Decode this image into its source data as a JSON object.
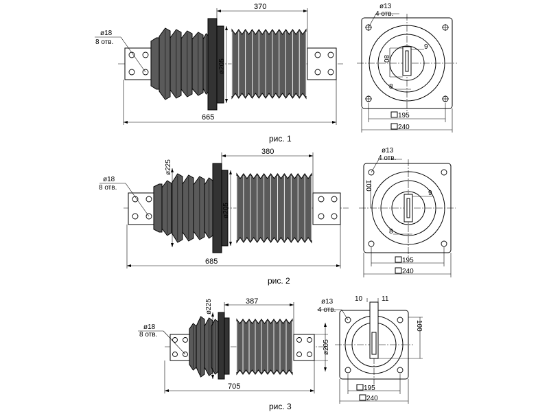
{
  "figures": [
    {
      "caption": "рис. 1",
      "len_top": "370",
      "len_total": "665",
      "dia_flange": "ø205",
      "dia_cap": "",
      "holes_left_size": "ø18",
      "holes_left_count": "8 отв.",
      "plan_holes_size": "ø13",
      "plan_holes_count": "4 отв.",
      "plan_w1": "195",
      "plan_w2": "240",
      "plan_h": "80",
      "plan_slot_w": "9",
      "plan_slot_gap": "8",
      "plan_top_a": "",
      "plan_top_b": ""
    },
    {
      "caption": "рис. 2",
      "len_top": "380",
      "len_total": "685",
      "dia_flange": "ø205",
      "dia_cap": "ø225",
      "holes_left_size": "ø18",
      "holes_left_count": "8 отв.",
      "plan_holes_size": "ø13",
      "plan_holes_count": "4 отв.",
      "plan_w1": "195",
      "plan_w2": "240",
      "plan_h": "100",
      "plan_slot_w": "9",
      "plan_slot_gap": "8",
      "plan_top_a": "",
      "plan_top_b": ""
    },
    {
      "caption": "рис. 3",
      "len_top": "387",
      "len_total": "705",
      "dia_flange": "ø205",
      "dia_cap": "ø225",
      "holes_left_size": "ø18",
      "holes_left_count": "8 отв.",
      "plan_holes_size": "ø13",
      "plan_holes_count": "4 отв.",
      "plan_w1": "195",
      "plan_w2": "240",
      "plan_h": "100",
      "plan_slot_w": "",
      "plan_slot_gap": "",
      "plan_top_a": "10",
      "plan_top_b": "11"
    }
  ]
}
